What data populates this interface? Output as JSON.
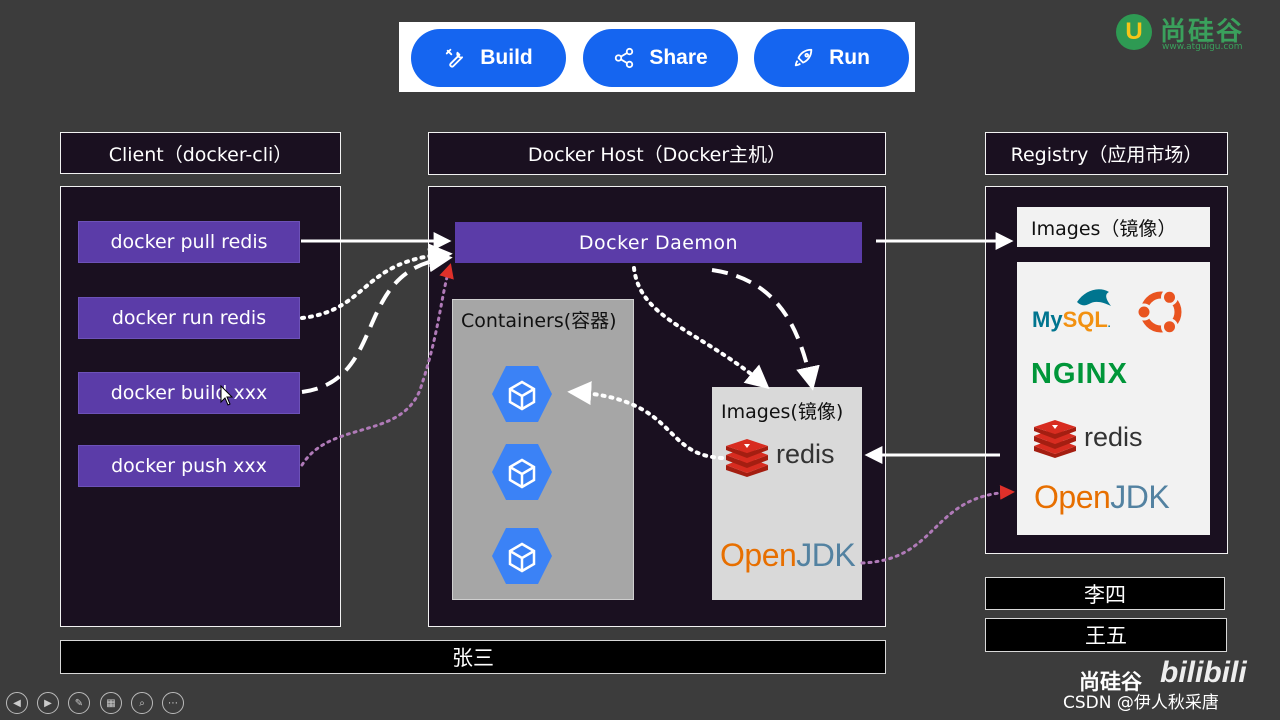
{
  "toolbar": {
    "build_label": "Build",
    "share_label": "Share",
    "run_label": "Run"
  },
  "logo": {
    "letter": "U",
    "name": "尚硅谷",
    "url": "www.atguigu.com"
  },
  "client": {
    "header": "Client（docker-cli）",
    "commands": [
      "docker pull redis",
      "docker run redis",
      "docker build xxx",
      "docker push xxx"
    ]
  },
  "host": {
    "header": "Docker Host（Docker主机）",
    "daemon_label": "Docker  Daemon",
    "containers_title": "Containers(容器)",
    "images_title": "Images(镜像)",
    "images": [
      "redis",
      "OpenJDK"
    ]
  },
  "registry": {
    "header": "Registry（应用市场）",
    "images_header": "Images（镜像）",
    "logos": [
      "MySQL",
      "NGINX",
      "redis",
      "OpenJDK"
    ]
  },
  "users": {
    "zhangsan": "张三",
    "lisi": "李四",
    "wangwu": "王五"
  },
  "watermark": {
    "brand": "尚硅谷",
    "site": "bilibili",
    "csdn": "CSDN @伊人秋采唐"
  },
  "colors": {
    "background": "#3c3c3c",
    "panel": "#1a1020",
    "command_purple": "#5b3ca8",
    "toolbar_blue": "#1565f0",
    "arrow_dotted_pink": "#b07ab8",
    "arrow_red": "#e0302a"
  },
  "icons": [
    "wrench-icon",
    "share-icon",
    "rocket-icon",
    "container-hex-icon",
    "redis-logo",
    "ubuntu-logo",
    "mysql-logo",
    "nginx-logo",
    "openjdk-logo"
  ]
}
